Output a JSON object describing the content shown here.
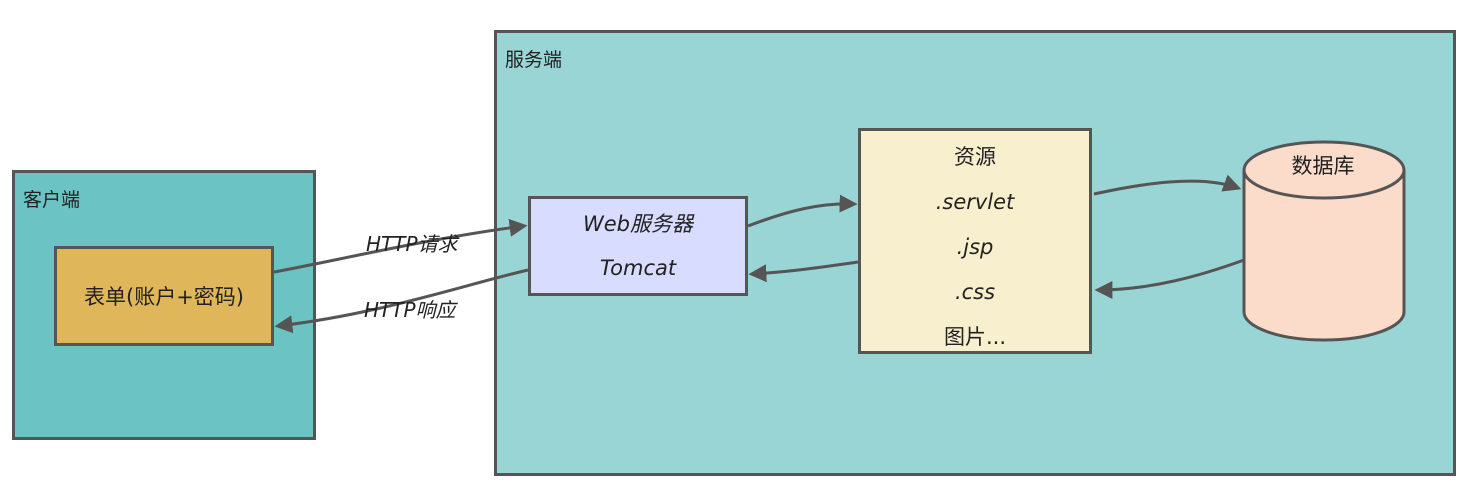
{
  "client": {
    "label": "客户端",
    "form_label": "表单(账户+密码)"
  },
  "server": {
    "label": "服务端",
    "web_server": {
      "title": "Web服务器",
      "name": "Tomcat"
    },
    "resources": {
      "title": "资源",
      "items": [
        ".servlet",
        ".jsp",
        ".css",
        "图片..."
      ]
    },
    "database": {
      "label": "数据库"
    }
  },
  "edges": {
    "request": "HTTP请求",
    "response": "HTTP响应"
  },
  "colors": {
    "client_bg": "#6cc3c3",
    "server_bg": "#9ad5d5",
    "form_bg": "#dfb65a",
    "web_bg": "#d8dcff",
    "resource_bg": "#f8efce",
    "db_bg": "#fbdccb",
    "stroke": "#555555"
  }
}
